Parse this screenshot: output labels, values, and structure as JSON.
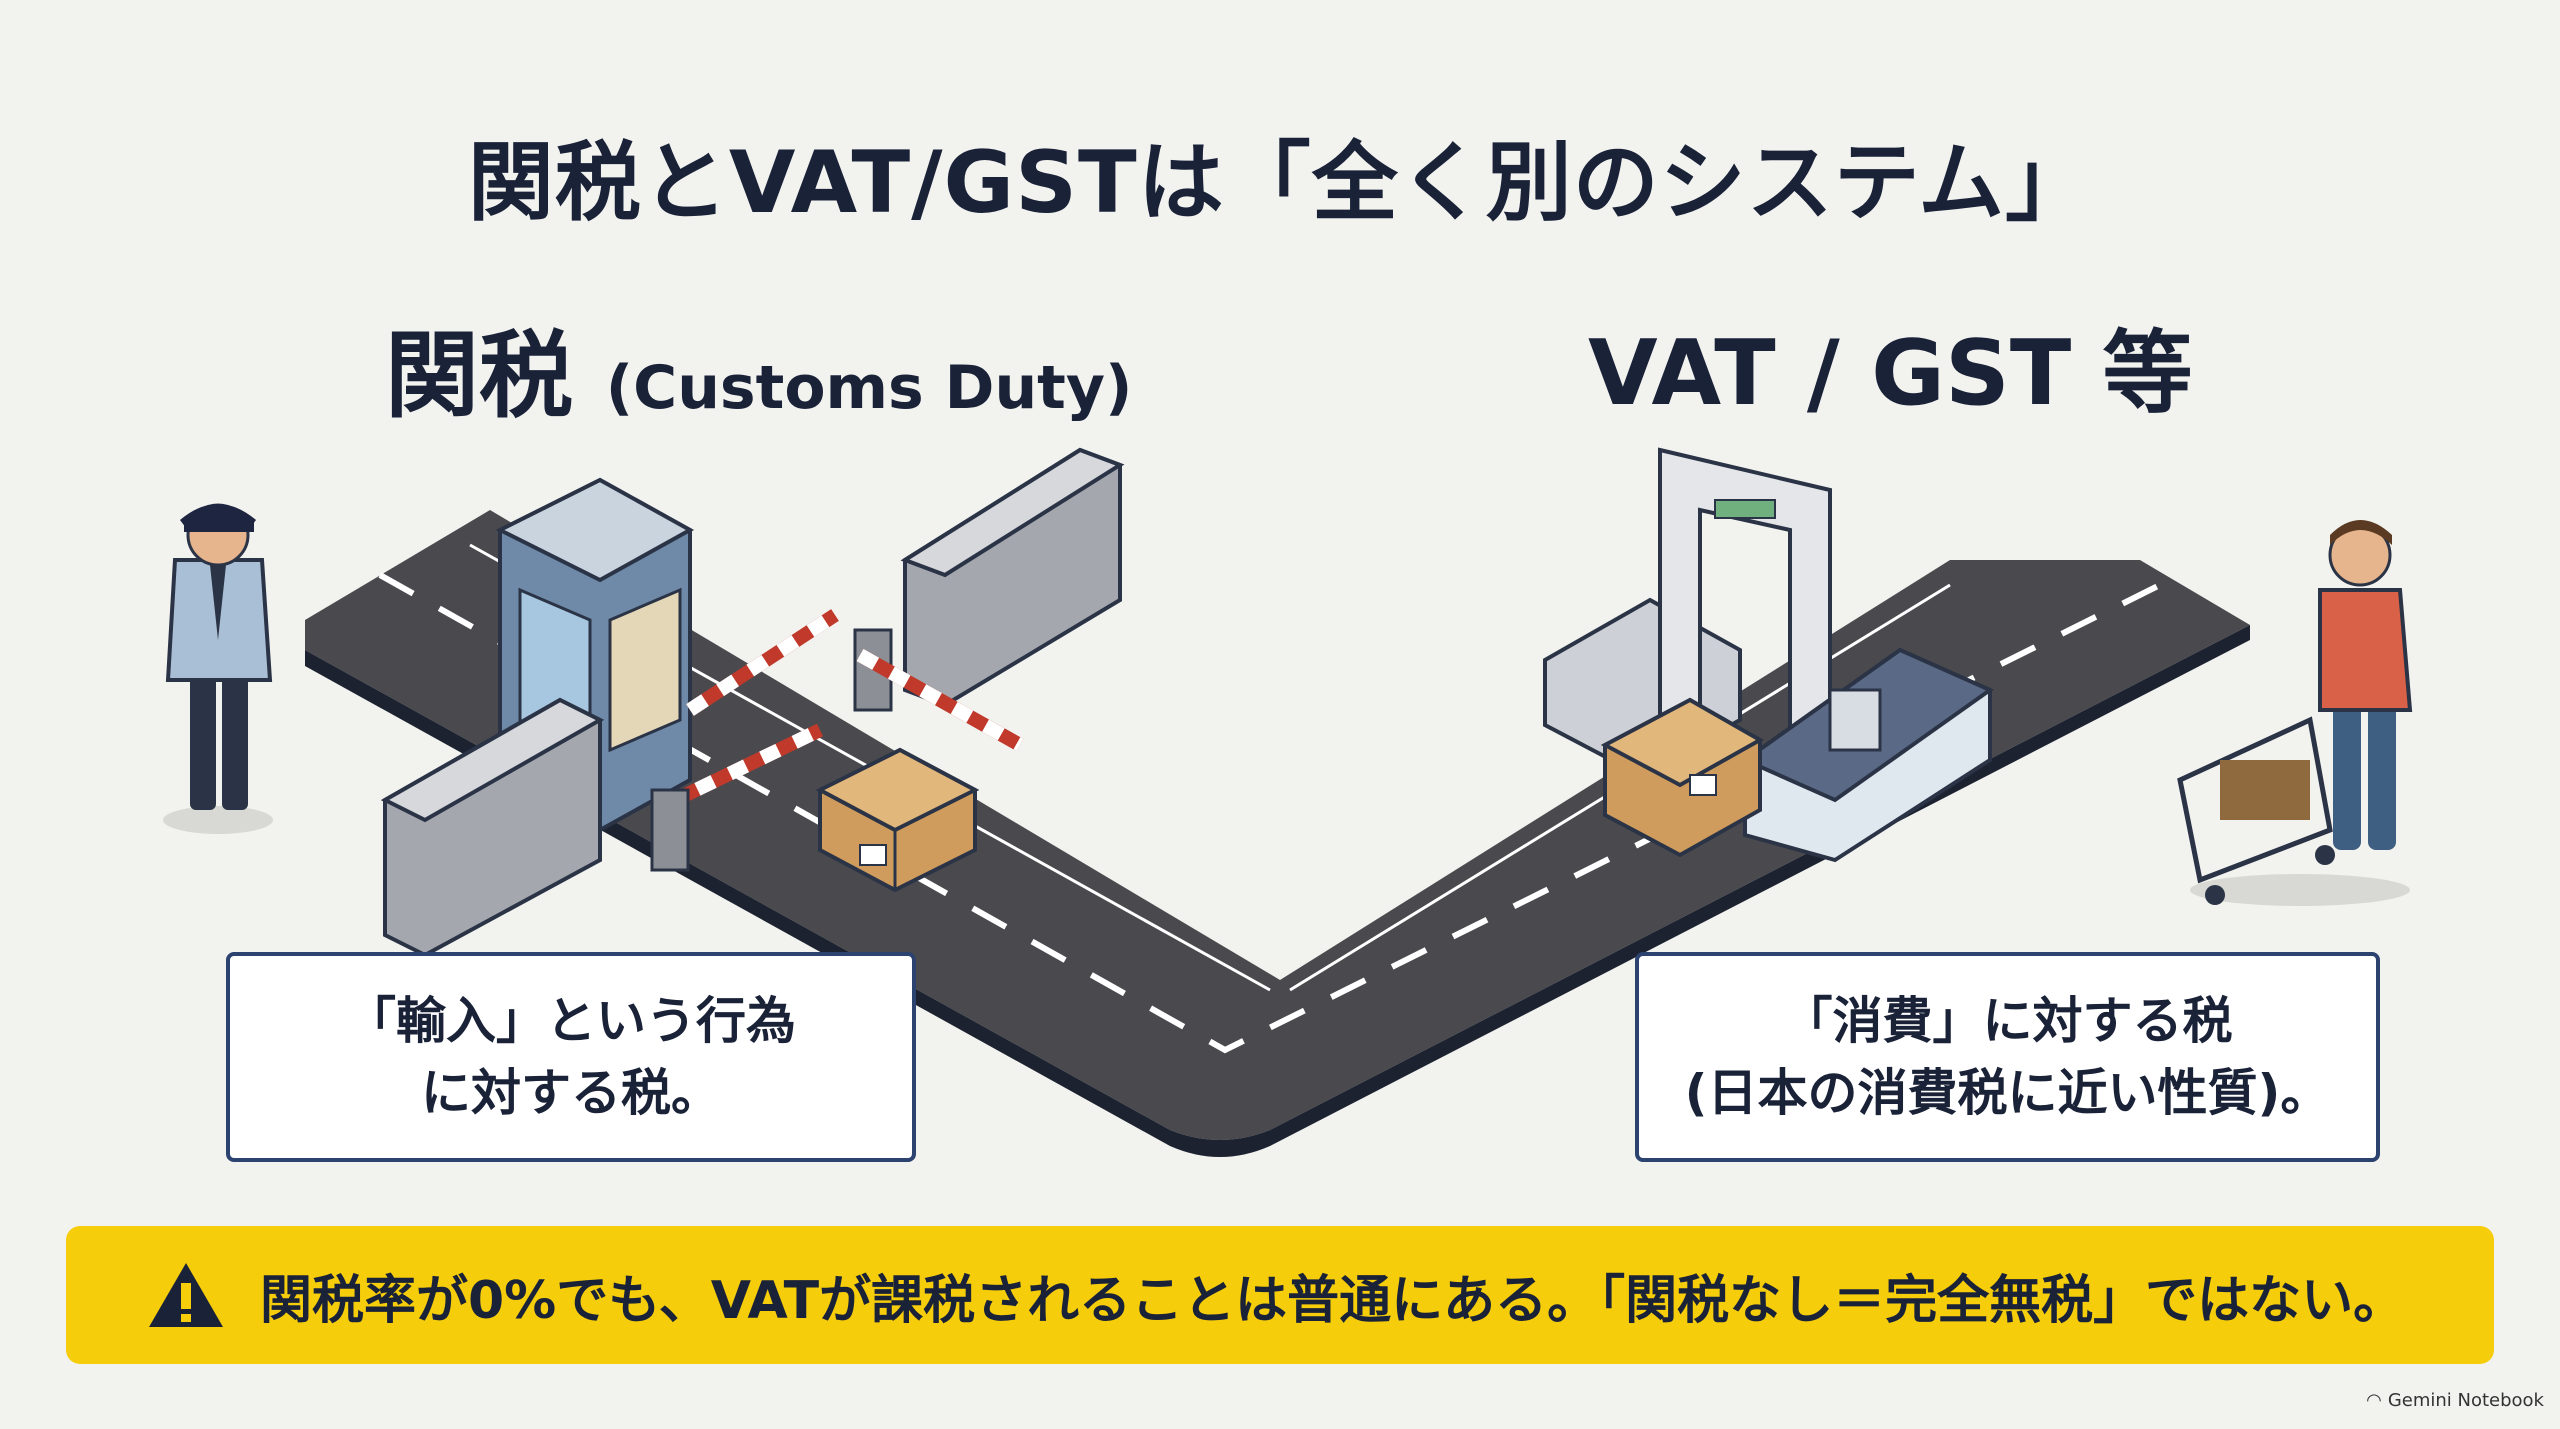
{
  "title": "関税とVAT/GSTは「全く別のシステム」",
  "left": {
    "heading": "関税",
    "heading_sub": "(Customs Duty)",
    "box_line1": "「輸入」という行為",
    "box_line2": "に対する税。"
  },
  "right": {
    "heading": "VAT / GST 等",
    "box_line1": "「消費」に対する税",
    "box_line2": "(日本の消費税に近い性質)。"
  },
  "banner": {
    "icon": "warning-icon",
    "text": "関税率が0%でも、VATが課税されることは普通にある。「関税なし＝完全無税」ではない。"
  },
  "watermark": "Gemini Notebook",
  "colors": {
    "navy": "#1a2238",
    "banner_yellow": "#f6cd0b",
    "box_border": "#2c4370",
    "road": "#4a4a4e",
    "background": "#f2f2ef"
  }
}
